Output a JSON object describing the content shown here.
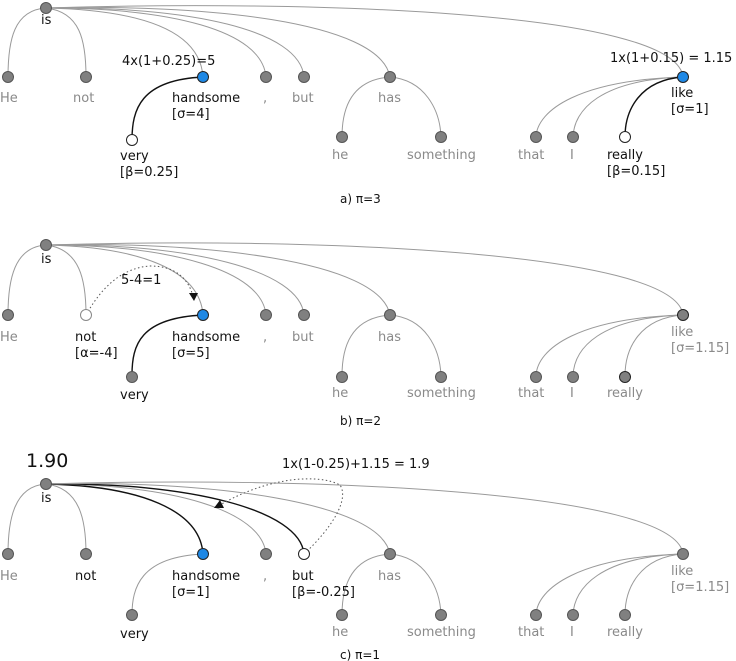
{
  "colors": {
    "node_grey": "#808080",
    "node_blue": "#1e88e5",
    "node_white": "#ffffff",
    "text_dark": "#111111",
    "text_grey": "#8a8a8a"
  },
  "panels": [
    {
      "caption": "a) π=3",
      "score": "",
      "words": {
        "is": "is",
        "he": "He",
        "not": "not",
        "handsome": "handsome",
        "comma": ",",
        "but": "but",
        "has": "has",
        "he2": "he",
        "something": "something",
        "that": "that",
        "i": "I",
        "really": "really",
        "like": "like",
        "very": "very"
      },
      "annotations": {
        "handsome": "[σ=4]",
        "very": "[β=0.25]",
        "like": "[σ=1]",
        "really": "[β=0.15]",
        "calc_left": "4x(1+0.25)=5",
        "calc_right": "1x(1+0.15) = 1.15"
      }
    },
    {
      "caption": "b) π=2",
      "score": "",
      "words": {
        "is": "is",
        "he": "He",
        "not": "not",
        "handsome": "handsome",
        "comma": ",",
        "but": "but",
        "has": "has",
        "he2": "he",
        "something": "something",
        "that": "that",
        "i": "I",
        "really": "really",
        "like": "like",
        "very": "very"
      },
      "annotations": {
        "not": "[α=-4]",
        "handsome": "[σ=5]",
        "like": "[σ=1.15]",
        "calc_left": "5-4=1"
      }
    },
    {
      "caption": "c) π=1",
      "score": "1.90",
      "words": {
        "is": "is",
        "he": "He",
        "not": "not",
        "handsome": "handsome",
        "comma": ",",
        "but": "but",
        "has": "has",
        "he2": "he",
        "something": "something",
        "that": "that",
        "i": "I",
        "really": "really",
        "like": "like",
        "very": "very"
      },
      "annotations": {
        "handsome": "[σ=1]",
        "but": "[β=-0.25]",
        "like": "[σ=1.15]",
        "calc_top": "1x(1-0.25)+1.15 = 1.9"
      }
    }
  ]
}
